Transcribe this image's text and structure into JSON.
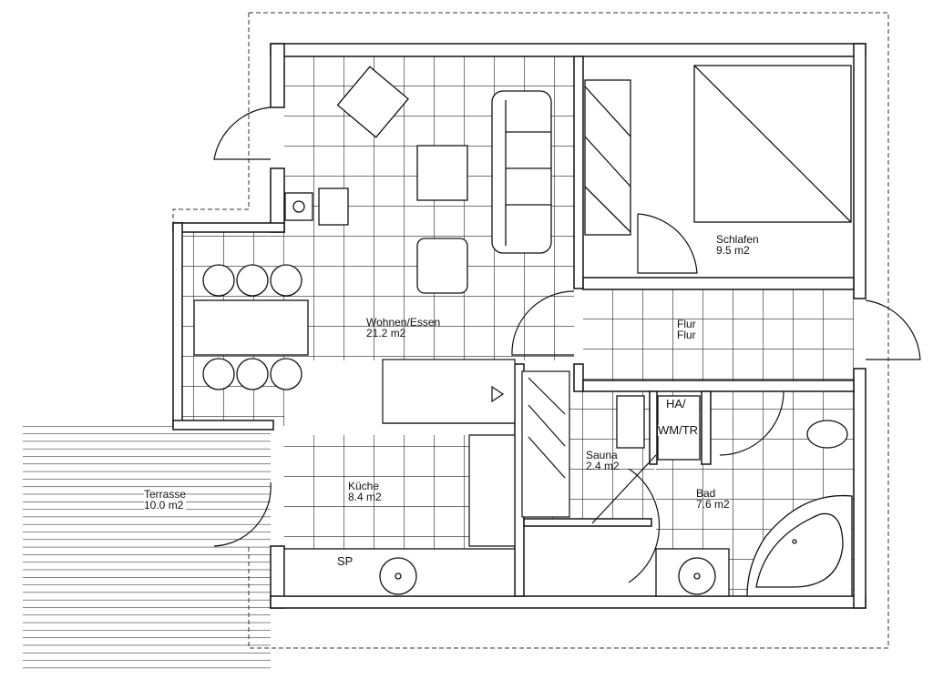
{
  "rooms": {
    "wohnen": {
      "name": "Wohnen/Essen",
      "area": "21.2 m2"
    },
    "schlafen": {
      "name": "Schlafen",
      "area": "9.5 m2"
    },
    "flur": {
      "name": "Flur",
      "name2": "Flur"
    },
    "kueche": {
      "name": "Küche",
      "area": "8.4 m2"
    },
    "terrasse": {
      "name": "Terrasse",
      "area": "10.0 m2"
    },
    "sauna": {
      "name": "Sauna",
      "area": "2.4 m2"
    },
    "bad": {
      "name": "Bad",
      "area": "7.6 m2"
    },
    "ha": {
      "name": "HA/",
      "name2": "WM/TR"
    },
    "sp": {
      "name": "SP"
    }
  }
}
